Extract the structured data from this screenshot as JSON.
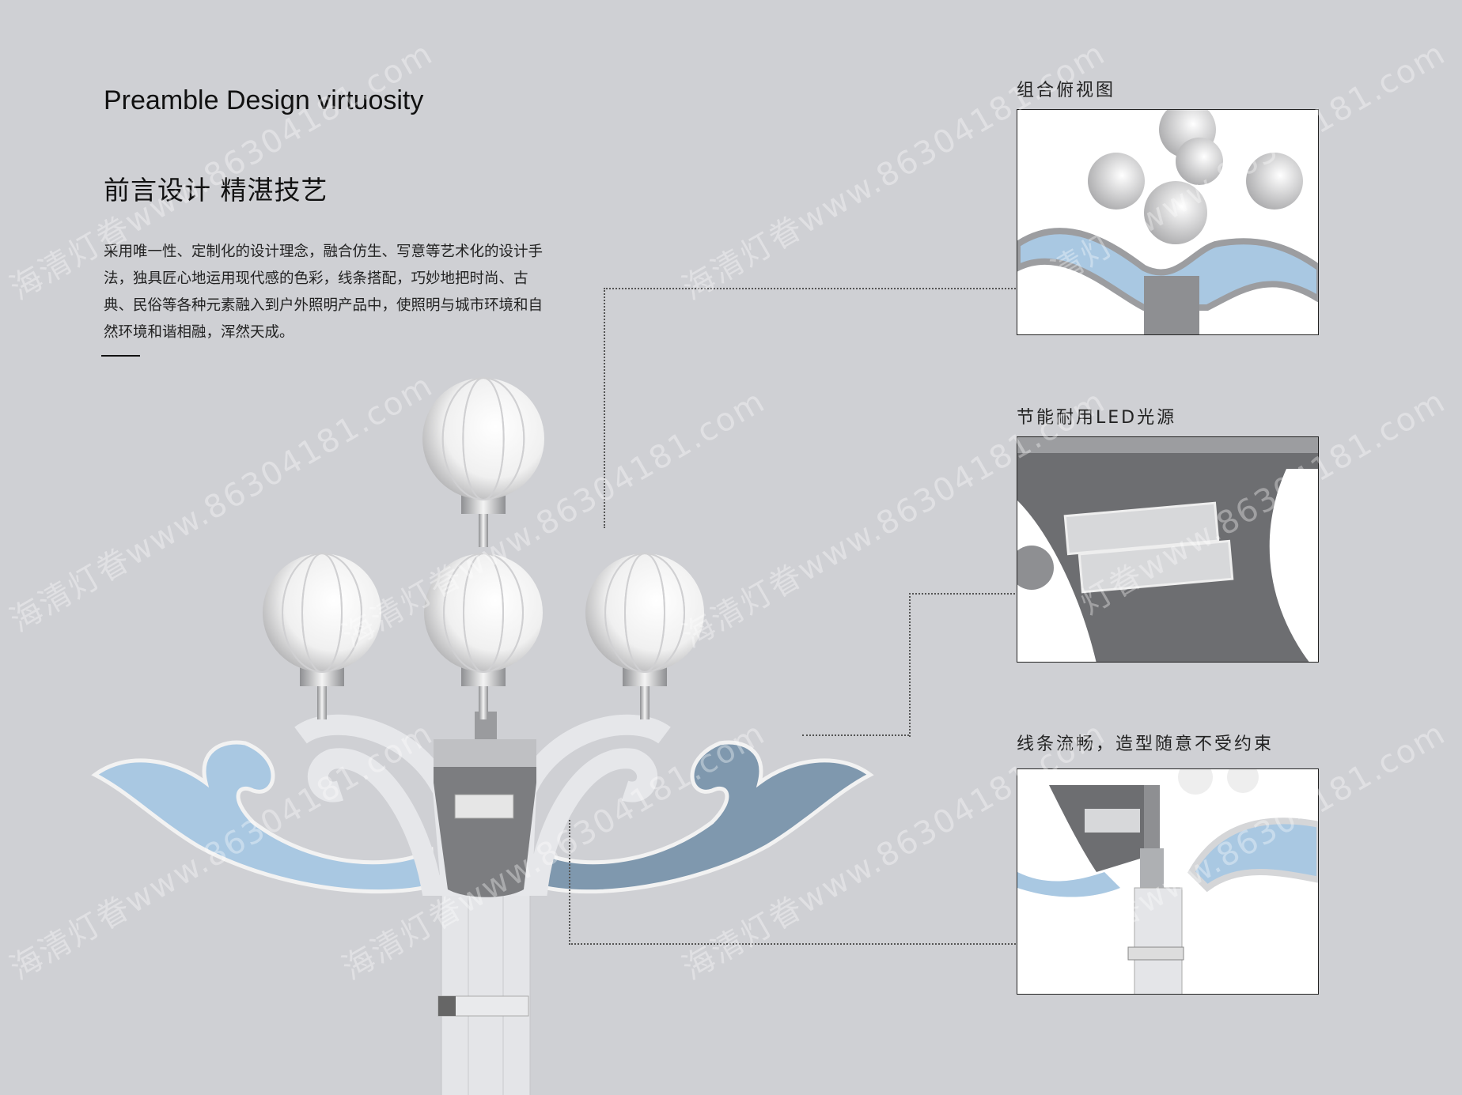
{
  "header": {
    "title_en": "Preamble Design virtuosity",
    "title_cn": "前言设计  精湛技艺",
    "paragraph": "采用唯一性、定制化的设计理念，融合仿生、写意等艺术化的设计手法，独具匠心地运用现代感的色彩，线条搭配，巧妙地把时尚、古典、民俗等各种元素融入到户外照明产品中，使照明与城市环境和自然环境和谐相融，浑然天成。"
  },
  "panels": [
    {
      "label": "组合俯视图",
      "icon": "lamp-top-view-image"
    },
    {
      "label": "节能耐用LED光源",
      "icon": "led-module-closeup-image"
    },
    {
      "label": "线条流畅，造型随意不受约束",
      "icon": "lamp-arm-detail-image"
    }
  ],
  "watermark": "海清灯眷www.86304181.com",
  "colors": {
    "background": "#cfd0d4",
    "arm_blue": "#a9c8e2",
    "arm_blue_dark": "#7f98ae",
    "metal": "#e6e7ea",
    "housing": "#7c7d80"
  }
}
